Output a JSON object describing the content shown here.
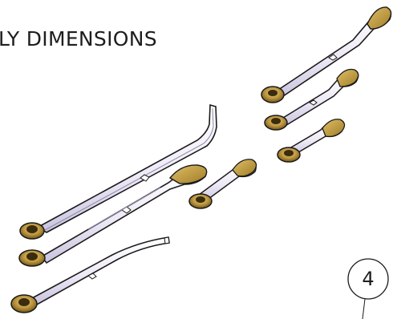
{
  "page": {
    "heading": "LY DIMENSIONS",
    "balloon_number": "4"
  },
  "parts": [
    {
      "kind": "bent-rod",
      "name": "rod-a"
    },
    {
      "kind": "pad-rod",
      "name": "rod-b"
    },
    {
      "kind": "curved-rod",
      "name": "rod-c"
    },
    {
      "kind": "short-pad",
      "name": "rod-d"
    },
    {
      "kind": "pad-rod",
      "name": "rod-e"
    },
    {
      "kind": "pad-rod",
      "name": "rod-f"
    },
    {
      "kind": "short-pad",
      "name": "rod-g"
    }
  ],
  "colors": {
    "outline": "#1a1a1a",
    "rod_fill": "#ffffff",
    "rod_shade": "#d9d6ea",
    "pad_gold": "#c9a341",
    "pad_gold_dark": "#8a6a1c",
    "base_gold": "#b8923a"
  }
}
